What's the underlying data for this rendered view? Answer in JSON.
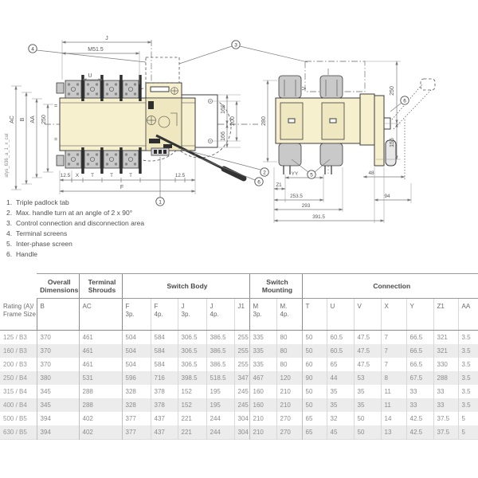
{
  "colors": {
    "body_fill": "#f6f0cf",
    "shroud_fill": "#c9c9c9",
    "row_stripe": "#ececec"
  },
  "drawing": {
    "ref_code": "atys_636_a_1_x_cat",
    "callouts": {
      "c1": "1",
      "c2": "2",
      "c3": "3",
      "c4": "4",
      "c5": "5",
      "c6": "6"
    },
    "front_view": {
      "dim_j": "J",
      "dim_m515": "M51.5",
      "dim_u": "U",
      "dim_ac": "AC",
      "dim_b": "B",
      "dim_aa": "AA",
      "dim_250": "250",
      "eq_mark": "=",
      "dim_169": "169",
      "dim_200": "200",
      "dim_166": "166",
      "dim_125_left": "12.5",
      "dim_x": "X",
      "dim_t": "T",
      "dim_125_right": "12.5",
      "dim_f": "F"
    },
    "side_view": {
      "dim_280": "280",
      "dim_v": "V",
      "dim_250": "250",
      "dim_156": "156",
      "dim_48": "48",
      "dim_94": "94",
      "dim_yy": "YY",
      "dim_z1": "Z1",
      "dim_253_5": "253.5",
      "dim_293": "293",
      "dim_391_5": "391.5"
    }
  },
  "legend": {
    "items": [
      {
        "num": "1.",
        "text": "Triple padlock tab"
      },
      {
        "num": "2.",
        "text": "Max. handle turn at an angle of 2 x 90°"
      },
      {
        "num": "3.",
        "text": "Control connection and disconnection area"
      },
      {
        "num": "4.",
        "text": "Terminal screens"
      },
      {
        "num": "5.",
        "text": "Inter-phase screen"
      },
      {
        "num": "6.",
        "text": "Handle"
      }
    ]
  },
  "table": {
    "groups": [
      {
        "label": "",
        "span": 1
      },
      {
        "label": "Overall Dimensions",
        "span": 1
      },
      {
        "label": "Terminal Shrouds",
        "span": 1
      },
      {
        "label": "Switch Body",
        "span": 5
      },
      {
        "label": "Switch Mounting",
        "span": 2
      },
      {
        "label": "Connection",
        "span": 7
      }
    ],
    "columns": [
      {
        "top": "Rating (A)/",
        "bottom": "Frame Size"
      },
      {
        "top": "B",
        "bottom": ""
      },
      {
        "top": "AC",
        "bottom": ""
      },
      {
        "top": "F",
        "bottom": "3p."
      },
      {
        "top": "F",
        "bottom": "4p."
      },
      {
        "top": "J",
        "bottom": "3p."
      },
      {
        "top": "J",
        "bottom": "4p."
      },
      {
        "top": "J1",
        "bottom": ""
      },
      {
        "top": "M",
        "bottom": "3p."
      },
      {
        "top": "M.",
        "bottom": "4p."
      },
      {
        "top": "T",
        "bottom": ""
      },
      {
        "top": "U",
        "bottom": ""
      },
      {
        "top": "V",
        "bottom": ""
      },
      {
        "top": "X",
        "bottom": ""
      },
      {
        "top": "Y",
        "bottom": ""
      },
      {
        "top": "Z1",
        "bottom": ""
      },
      {
        "top": "AA",
        "bottom": ""
      }
    ],
    "rows": [
      {
        "rating": "125 / B3",
        "values": [
          "370",
          "461",
          "504",
          "584",
          "306.5",
          "386.5",
          "255",
          "335",
          "80",
          "50",
          "60.5",
          "47.5",
          "7",
          "66.5",
          "321",
          "3.5"
        ]
      },
      {
        "rating": "160 / B3",
        "values": [
          "370",
          "461",
          "504",
          "584",
          "306.5",
          "386.5",
          "255",
          "335",
          "80",
          "50",
          "60.5",
          "47.5",
          "7",
          "66.5",
          "321",
          "3.5"
        ]
      },
      {
        "rating": "200 / B3",
        "values": [
          "370",
          "461",
          "504",
          "584",
          "306.5",
          "386.5",
          "255",
          "335",
          "80",
          "60",
          "65",
          "47.5",
          "7",
          "66.5",
          "330",
          "3.5"
        ]
      },
      {
        "rating": "250 / B4",
        "values": [
          "380",
          "531",
          "596",
          "716",
          "398.5",
          "518.5",
          "347",
          "467",
          "120",
          "90",
          "44",
          "53",
          "8",
          "67.5",
          "288",
          "3.5"
        ]
      },
      {
        "rating": "315 / B4",
        "values": [
          "345",
          "288",
          "328",
          "378",
          "152",
          "195",
          "245",
          "160",
          "210",
          "50",
          "35",
          "35",
          "11",
          "33",
          "33",
          "3.5"
        ]
      },
      {
        "rating": "400 / B4",
        "values": [
          "345",
          "288",
          "328",
          "378",
          "152",
          "195",
          "245",
          "160",
          "210",
          "50",
          "35",
          "35",
          "11",
          "33",
          "33",
          "3.5"
        ]
      },
      {
        "rating": "500 / B5",
        "values": [
          "394",
          "402",
          "377",
          "437",
          "221",
          "244",
          "304",
          "210",
          "270",
          "65",
          "32",
          "50",
          "14",
          "42.5",
          "37.5",
          "5"
        ]
      },
      {
        "rating": "630 / B5",
        "values": [
          "394",
          "402",
          "377",
          "437",
          "221",
          "244",
          "304",
          "210",
          "270",
          "65",
          "45",
          "50",
          "13",
          "42.5",
          "37.5",
          "5"
        ]
      }
    ]
  }
}
